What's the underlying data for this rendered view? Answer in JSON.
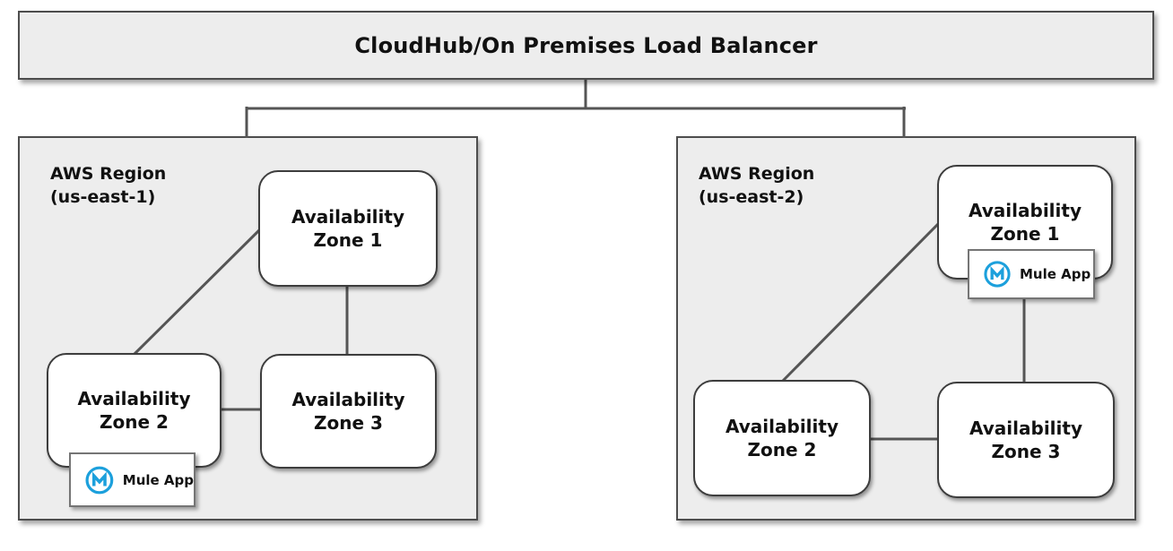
{
  "header": {
    "title": "CloudHub/On Premises Load Balancer"
  },
  "colors": {
    "mule_blue": "#1CA0DC",
    "region_fill": "#ededed",
    "line_gray": "#555555"
  },
  "regions": [
    {
      "name": "AWS Region (us-east-1)",
      "label_line1": "AWS Region",
      "label_line2": "(us-east-1)",
      "zones": [
        {
          "line1": "Availability",
          "line2": "Zone 1"
        },
        {
          "line1": "Availability",
          "line2": "Zone 2"
        },
        {
          "line1": "Availability",
          "line2": "Zone 3"
        }
      ],
      "mule_app": {
        "label": "Mule App",
        "attached_to": "Zone 2"
      }
    },
    {
      "name": "AWS Region (us-east-2)",
      "label_line1": "AWS Region",
      "label_line2": "(us-east-2)",
      "zones": [
        {
          "line1": "Availability",
          "line2": "Zone 1"
        },
        {
          "line1": "Availability",
          "line2": "Zone 2"
        },
        {
          "line1": "Availability",
          "line2": "Zone 3"
        }
      ],
      "mule_app": {
        "label": "Mule App",
        "attached_to": "Zone 1"
      }
    }
  ]
}
